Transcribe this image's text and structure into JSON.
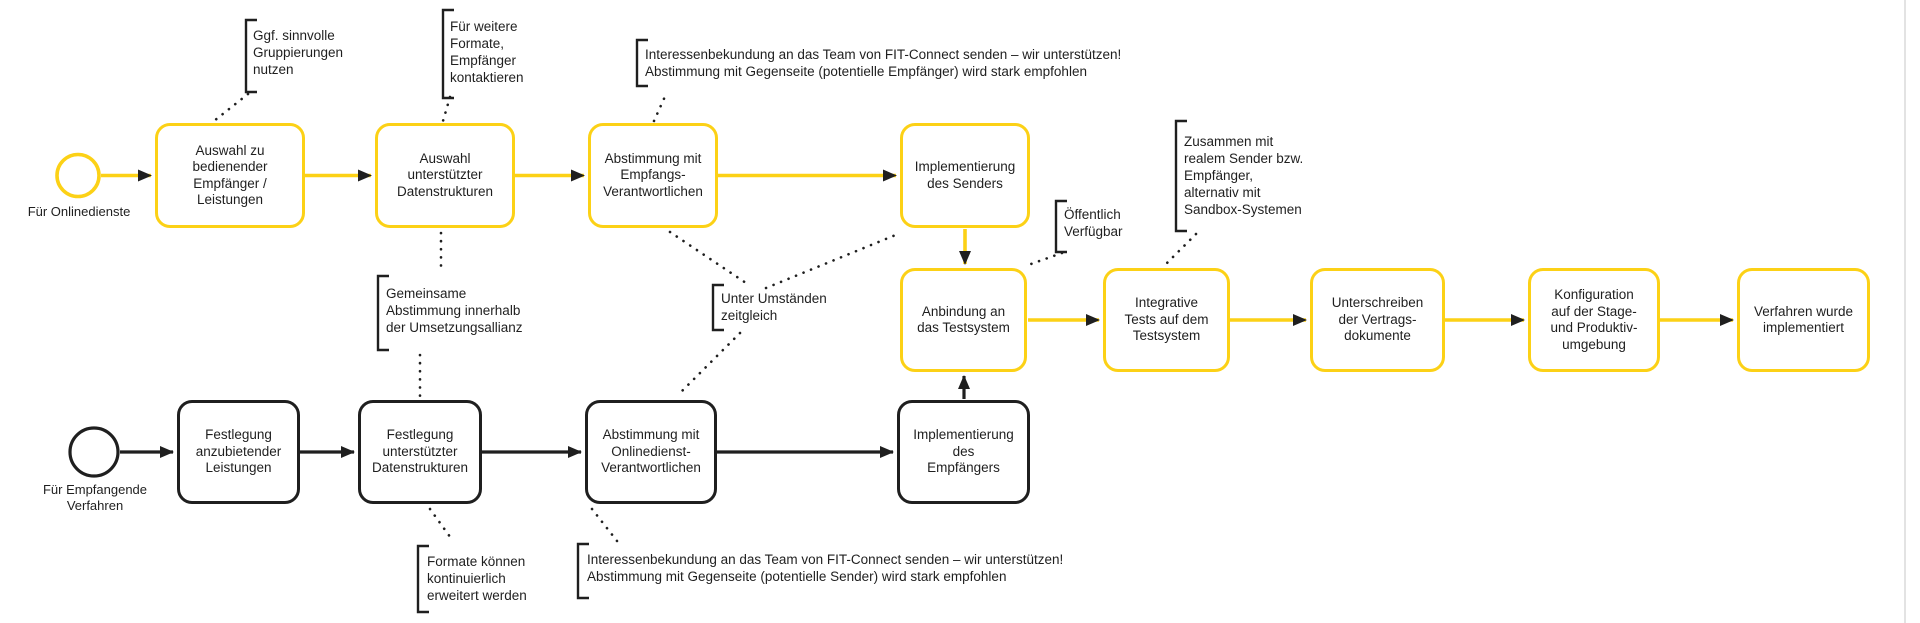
{
  "colors": {
    "accent_yellow": "#FCD116",
    "ink": "#1F1F1F",
    "background": "#FFFFFF",
    "edge_line": "#E3E3E3"
  },
  "flow": {
    "start_online": "Für Onlinedienste",
    "start_receiving": "Für Empfangende\nVerfahren",
    "online_steps": [
      "Auswahl zu\nbedienender\nEmpfänger /\nLeistungen",
      "Auswahl\nunterstützter\nDatenstrukturen",
      "Abstimmung mit\nEmpfangs-\nVerantwortlichen",
      "Implementierung\ndes Senders"
    ],
    "receiving_steps": [
      "Festlegung\nanzubietender\nLeistungen",
      "Festlegung\nunterstützter\nDatenstrukturen",
      "Abstimmung mit\nOnlinedienst-\nVerantwortlichen",
      "Implementierung\ndes\nEmpfängers"
    ],
    "shared_steps": [
      "Anbindung an\ndas Testsystem",
      "Integrative\nTests auf dem\nTestsystem",
      "Unterschreiben\nder Vertrags-\ndokumente",
      "Konfiguration\nauf der Stage-\nund Produktiv-\numgebung",
      "Verfahren wurde\nimplementiert"
    ],
    "annotations": {
      "gruppierungen": "Ggf. sinnvolle\nGruppierungen\nnutzen",
      "weitere_formate": "Für weitere\nFormate,\nEmpfänger\nkontaktieren",
      "interessenbekundung_empfaenger": "Interessenbekundung an das Team von FIT-Connect senden – wir unterstützen!\nAbstimmung mit Gegenseite (potentielle Empfänger) wird stark empfohlen",
      "gemeinsame_abstimmung": "Gemeinsame\nAbstimmung innerhalb\nder Umsetzungsallianz",
      "zeitgleich": "Unter Umständen\nzeitgleich",
      "oeffentlich": "Öffentlich\nVerfügbar",
      "sandbox": "Zusammen mit\nrealem Sender bzw.\nEmpfänger,\nalternativ mit\nSandbox-Systemen",
      "formate_erweitert": "Formate können\nkontinuierlich\nerweitert werden",
      "interessenbekundung_sender": "Interessenbekundung an das Team von FIT-Connect senden – wir unterstützen!\nAbstimmung mit Gegenseite (potentielle Sender) wird stark empfohlen"
    }
  }
}
